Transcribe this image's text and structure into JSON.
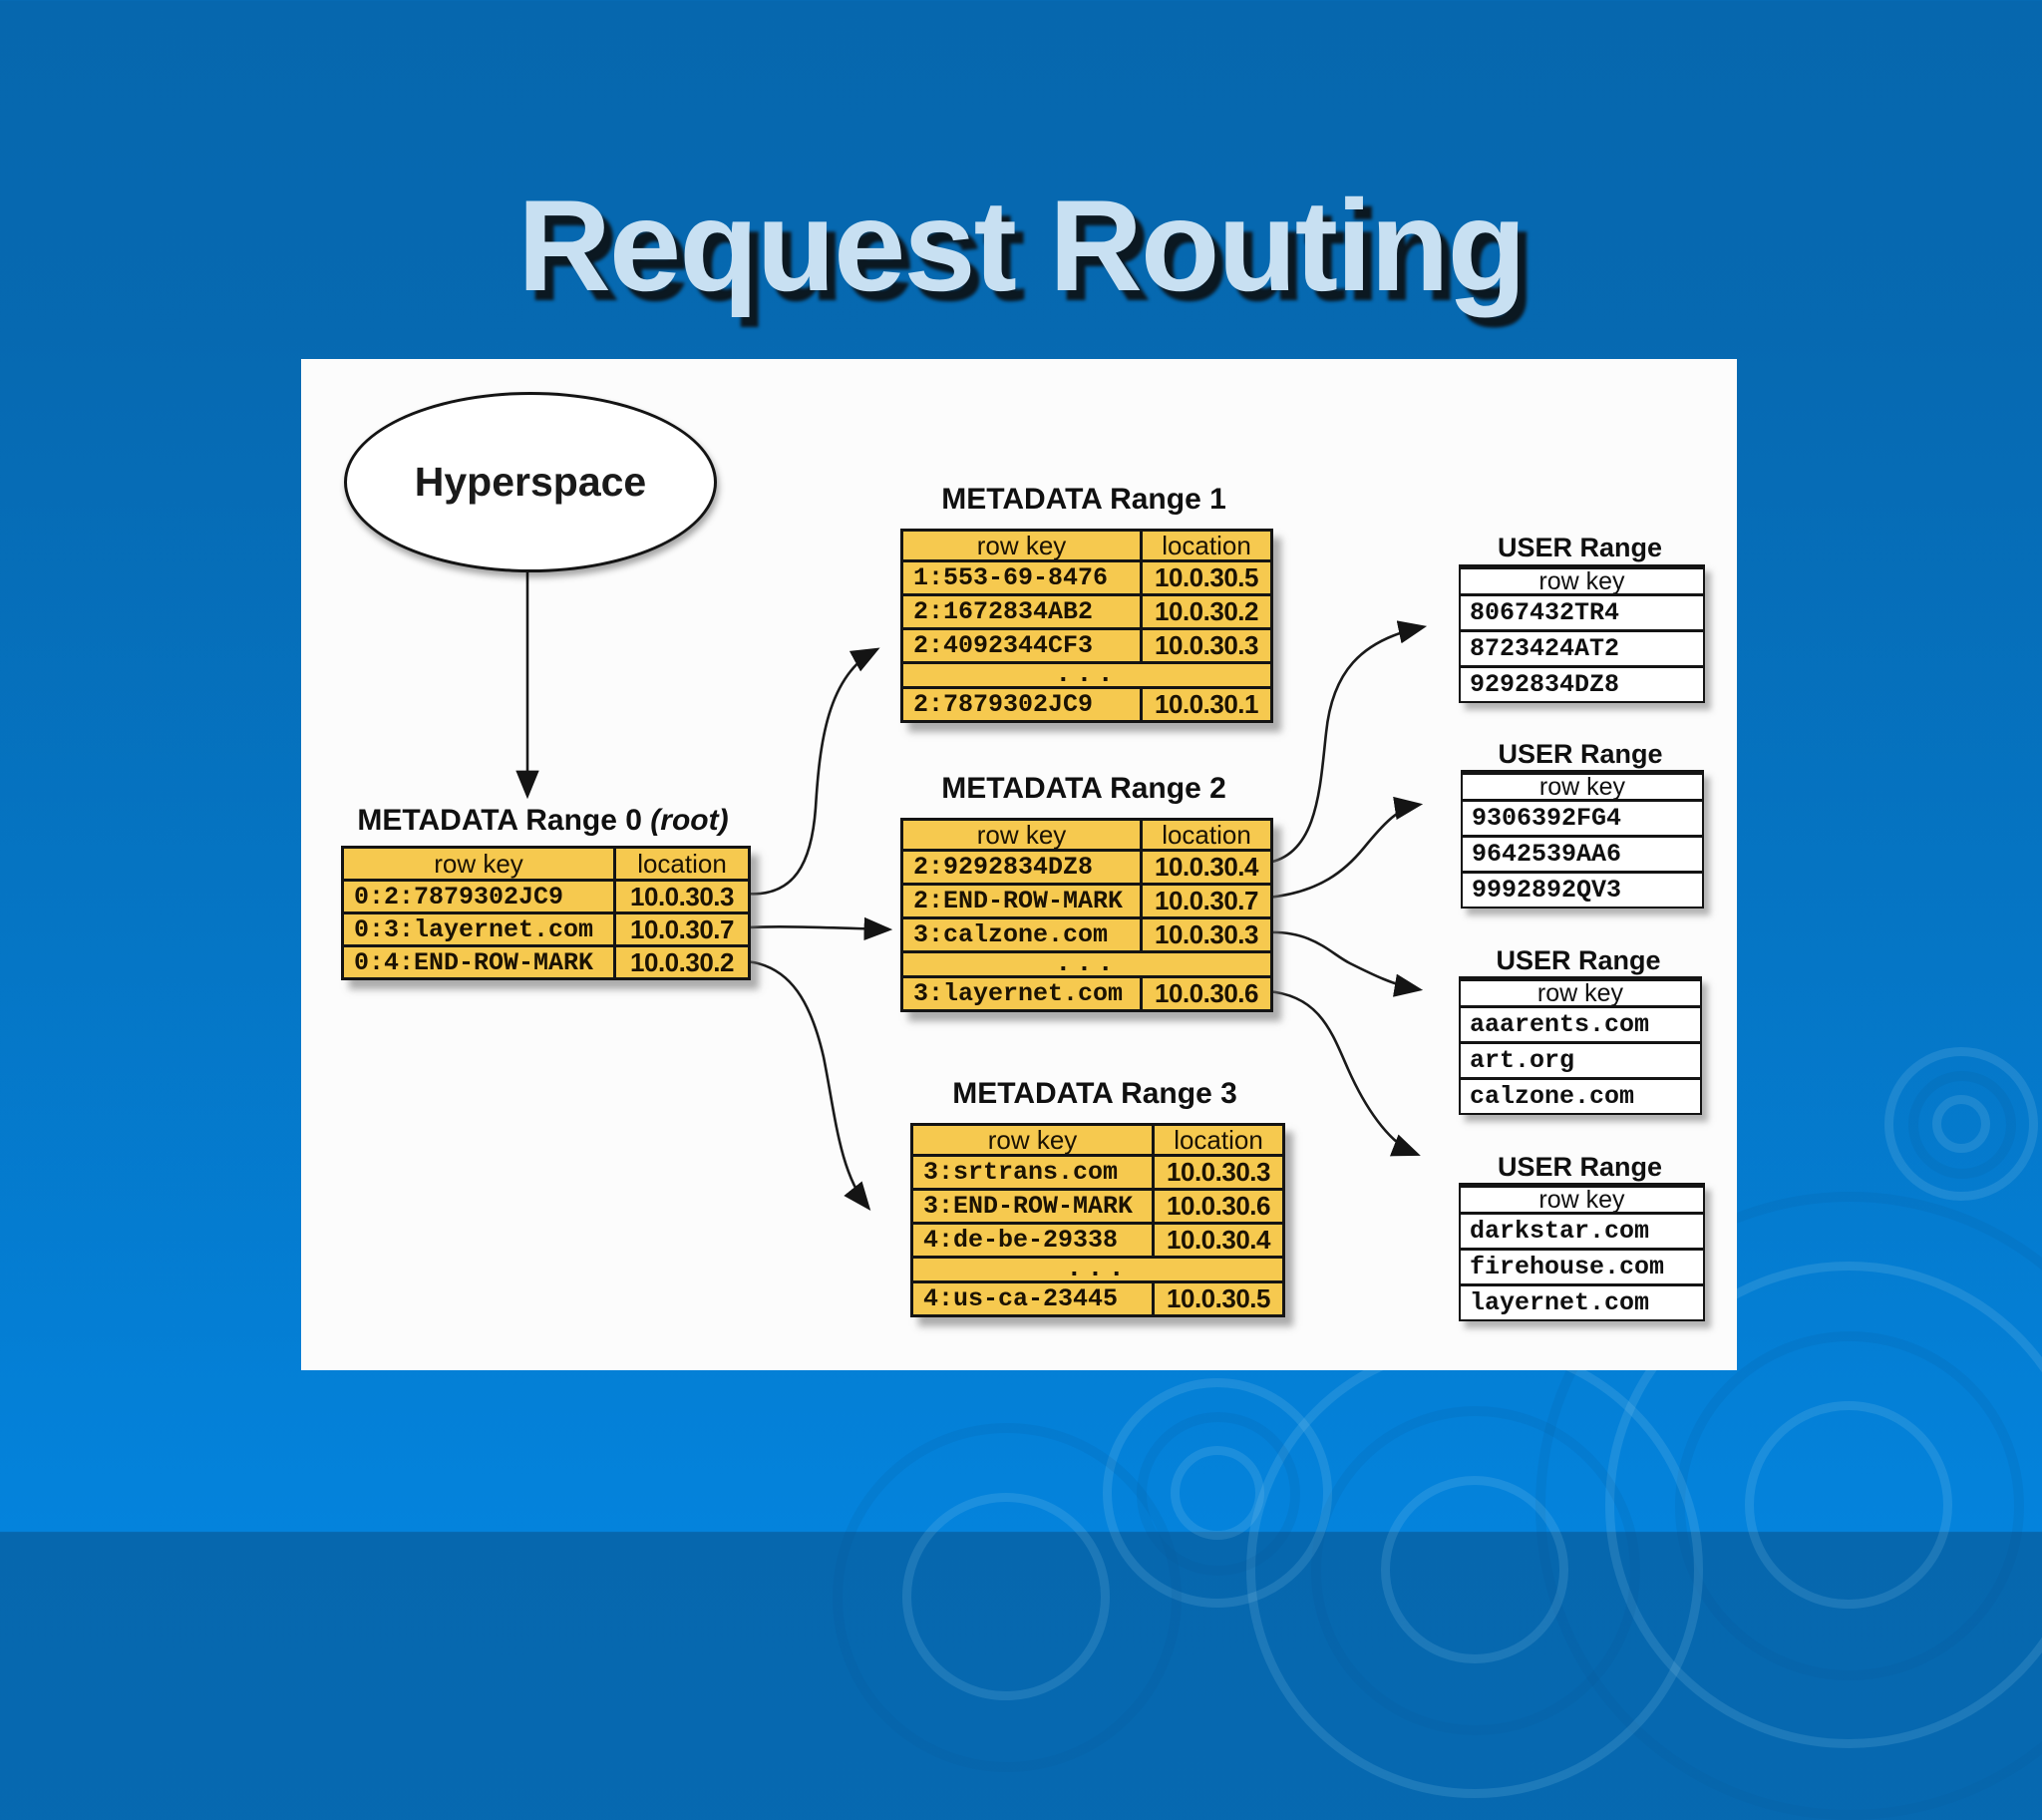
{
  "slide": {
    "title": "Request Routing"
  },
  "colors": {
    "background_top": "#0667AE",
    "background_bottom": "#0483DC",
    "title_text": "#C8E0F2",
    "canvas_white": "#FCFCFC",
    "table_yellow": "#F6C94F",
    "table_white": "#FFFFFF",
    "line_black": "#141414"
  },
  "diagram": {
    "hyperspace_label": "Hyperspace",
    "col_headers": {
      "row_key": "row key",
      "location": "location"
    },
    "metadata_ranges": [
      {
        "title": "METADATA Range 0",
        "suffix": "(root)",
        "rows": [
          [
            "0:2:7879302JC9",
            "10.0.30.3"
          ],
          [
            "0:3:layernet.com",
            "10.0.30.7"
          ],
          [
            "0:4:END-ROW-MARK",
            "10.0.30.2"
          ]
        ]
      },
      {
        "title": "METADATA Range 1",
        "suffix": "",
        "rows": [
          [
            "1:553-69-8476",
            "10.0.30.5"
          ],
          [
            "2:1672834AB2",
            "10.0.30.2"
          ],
          [
            "2:4092344CF3",
            "10.0.30.3"
          ],
          [
            "...",
            ""
          ],
          [
            "2:7879302JC9",
            "10.0.30.1"
          ]
        ]
      },
      {
        "title": "METADATA Range 2",
        "suffix": "",
        "rows": [
          [
            "2:9292834DZ8",
            "10.0.30.4"
          ],
          [
            "2:END-ROW-MARK",
            "10.0.30.7"
          ],
          [
            "3:calzone.com",
            "10.0.30.3"
          ],
          [
            "...",
            ""
          ],
          [
            "3:layernet.com",
            "10.0.30.6"
          ]
        ]
      },
      {
        "title": "METADATA Range 3",
        "suffix": "",
        "rows": [
          [
            "3:srtrans.com",
            "10.0.30.3"
          ],
          [
            "3:END-ROW-MARK",
            "10.0.30.6"
          ],
          [
            "4:de-be-29338",
            "10.0.30.4"
          ],
          [
            "...",
            ""
          ],
          [
            "4:us-ca-23445",
            "10.0.30.5"
          ]
        ]
      }
    ],
    "user_ranges": [
      {
        "title": "USER Range",
        "rows": [
          "8067432TR4",
          "8723424AT2",
          "9292834DZ8"
        ]
      },
      {
        "title": "USER Range",
        "rows": [
          "9306392FG4",
          "9642539AA6",
          "9992892QV3"
        ]
      },
      {
        "title": "USER Range",
        "rows": [
          "aaarents.com",
          "art.org",
          "calzone.com"
        ]
      },
      {
        "title": "USER Range",
        "rows": [
          "darkstar.com",
          "firehouse.com",
          "layernet.com"
        ]
      }
    ]
  }
}
